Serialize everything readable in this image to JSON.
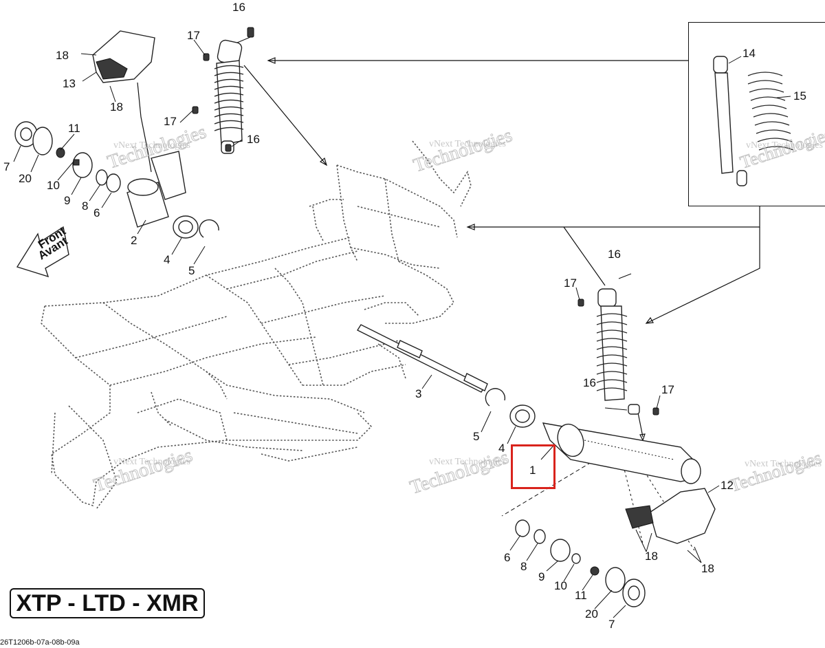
{
  "model_label": "XTP - LTD - XMR",
  "reference_code": "26T1206b-07a-08b-09a",
  "front_arrow": {
    "line1": "Front",
    "line2": "Avant"
  },
  "watermark": {
    "line1": "vNext Technologies",
    "line2": "Technologies"
  },
  "highlight_color": "#d9231c",
  "callouts": [
    {
      "id": "c16-top",
      "text": "16"
    },
    {
      "id": "c17-top",
      "text": "17"
    },
    {
      "id": "c18-a",
      "text": "18"
    },
    {
      "id": "c13",
      "text": "13"
    },
    {
      "id": "c18-b",
      "text": "18"
    },
    {
      "id": "c11-l",
      "text": "11"
    },
    {
      "id": "c17-mid",
      "text": "17"
    },
    {
      "id": "c16-mid",
      "text": "16"
    },
    {
      "id": "c7-l",
      "text": "7"
    },
    {
      "id": "c20-l",
      "text": "20"
    },
    {
      "id": "c10-l",
      "text": "10"
    },
    {
      "id": "c9-l",
      "text": "9"
    },
    {
      "id": "c8-l",
      "text": "8"
    },
    {
      "id": "c6-l",
      "text": "6"
    },
    {
      "id": "c2",
      "text": "2"
    },
    {
      "id": "c4-l",
      "text": "4"
    },
    {
      "id": "c5-l",
      "text": "5"
    },
    {
      "id": "c14",
      "text": "14"
    },
    {
      "id": "c15",
      "text": "15"
    },
    {
      "id": "c16-r",
      "text": "16"
    },
    {
      "id": "c17-r",
      "text": "17"
    },
    {
      "id": "c3",
      "text": "3"
    },
    {
      "id": "c16-r2",
      "text": "16"
    },
    {
      "id": "c17-r2",
      "text": "17"
    },
    {
      "id": "c5-r",
      "text": "5"
    },
    {
      "id": "c4-r",
      "text": "4"
    },
    {
      "id": "c1",
      "text": "1"
    },
    {
      "id": "c12",
      "text": "12"
    },
    {
      "id": "c6-r",
      "text": "6"
    },
    {
      "id": "c8-r",
      "text": "8"
    },
    {
      "id": "c9-r",
      "text": "9"
    },
    {
      "id": "c18-c",
      "text": "18"
    },
    {
      "id": "c18-d",
      "text": "18"
    },
    {
      "id": "c10-r",
      "text": "10"
    },
    {
      "id": "c11-r",
      "text": "11"
    },
    {
      "id": "c20-r",
      "text": "20"
    },
    {
      "id": "c7-r",
      "text": "7"
    }
  ]
}
